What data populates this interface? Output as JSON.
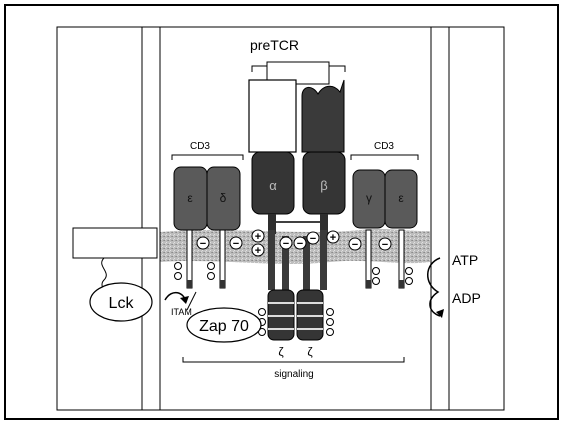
{
  "diagram": {
    "title": "preTCR",
    "chain_labels": {
      "alpha": "α",
      "beta": "β",
      "epsilon_left": "ε",
      "delta": "δ",
      "gamma": "γ",
      "epsilon_right": "ε",
      "zeta_left": "ζ",
      "zeta_right": "ζ"
    },
    "group_labels": {
      "cd3_left": "CD3",
      "cd3_right": "CD3",
      "signaling": "signaling",
      "itam": "ITAM"
    },
    "molecules": {
      "lck": "Lck",
      "zap70": "Zap 70",
      "atp": "ATP",
      "adp": "ADP"
    },
    "charges": {
      "minus": "−",
      "plus": "+"
    },
    "colors": {
      "outline": "#000000",
      "chain_dark": "#3d3d3d",
      "chain_mid": "#595959",
      "chain_light": "#6e6e6e",
      "membrane": "#c4c4c4",
      "background": "#ffffff"
    }
  }
}
